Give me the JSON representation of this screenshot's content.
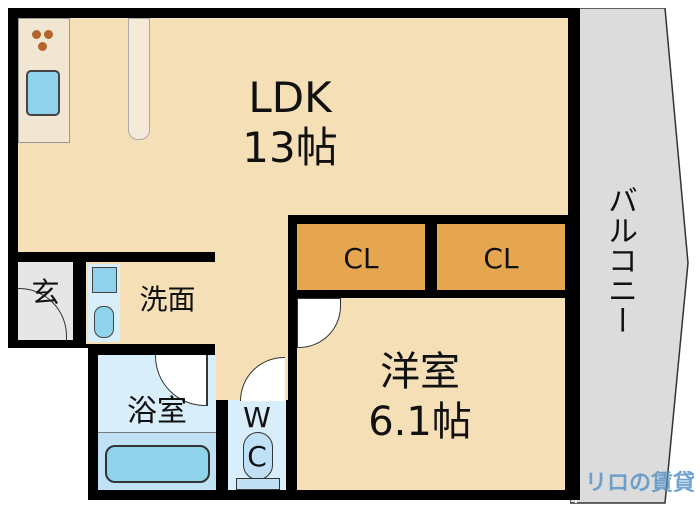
{
  "floorplan": {
    "rooms": {
      "ldk": {
        "name": "LDK",
        "size": "13帖"
      },
      "closet_left": "CL",
      "closet_right": "CL",
      "western_room": {
        "name": "洋室",
        "size": "6.1帖"
      },
      "entrance": "玄",
      "washroom": "洗面",
      "bathroom": "浴室",
      "toilet_w": "W",
      "toilet_c": "C",
      "balcony": "バルコニー"
    },
    "logo": {
      "text": "リロの賃貸"
    },
    "colors": {
      "floor": "#f5dfb7",
      "closet": "#e6a54f",
      "wet": "#d9eefb",
      "balcony": "#dcdcdc",
      "wall": "#000000"
    }
  }
}
